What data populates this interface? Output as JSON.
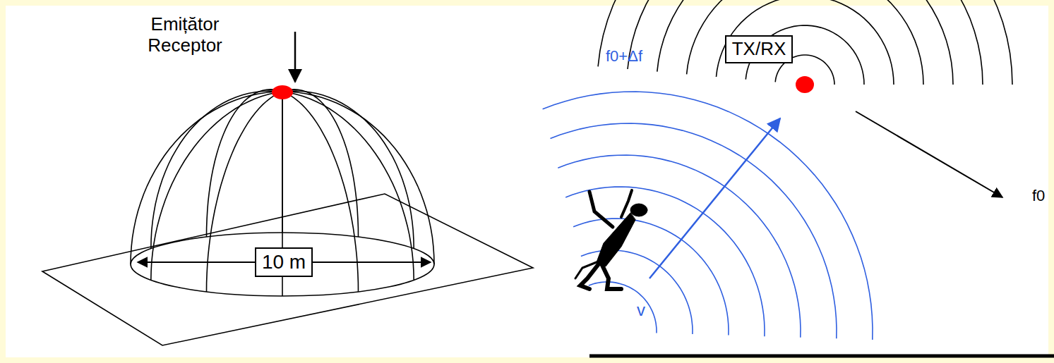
{
  "diagram": {
    "nodes": [
      {
        "text": [
          "10 m"
        ]
      },
      {
        "text": [
          "TX/RX"
        ]
      }
    ],
    "labels": [
      "Emițător Receptor",
      "f0+Δf",
      "v",
      "f0"
    ]
  }
}
